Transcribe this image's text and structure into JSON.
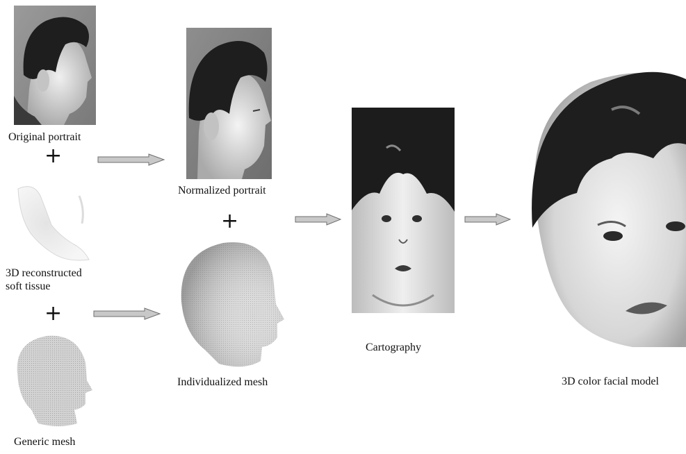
{
  "labels": {
    "original_portrait": "Original portrait",
    "normalized_portrait": "Normalized portrait",
    "soft_tissue_line1": "3D reconstructed",
    "soft_tissue_line2": "soft tissue",
    "generic_mesh": "Generic mesh",
    "individualized_mesh": "Individualized mesh",
    "cartography": "Cartography",
    "color_model": "3D color facial model"
  },
  "operators": {
    "plus": "+"
  },
  "colors": {
    "arrow_fill": "#c8c8c8",
    "arrow_stroke": "#6f6f6f",
    "hair": "#1e1e1e",
    "skin_light": "#e6e6e6",
    "skin_mid": "#bdbdbd",
    "mesh": "#cfcfcf"
  }
}
